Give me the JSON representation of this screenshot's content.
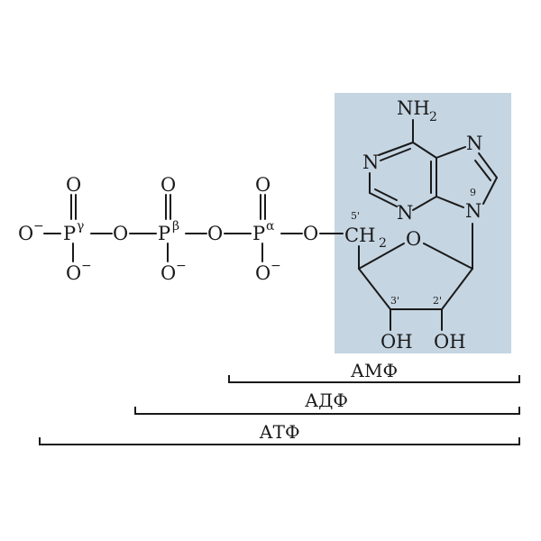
{
  "colors": {
    "highlight": "#c5d5e2",
    "ink": "#1a1a1a"
  },
  "atoms": {
    "o": "O",
    "o_minus": "O",
    "minus": "−",
    "p": "P",
    "n": "N",
    "nh": "NH",
    "two": "2",
    "ch": "CH",
    "oh": "OH"
  },
  "phosphates": {
    "gamma": "γ",
    "beta": "β",
    "alpha": "α"
  },
  "positions": {
    "c5": "5'",
    "c3": "3'",
    "c2": "2'",
    "n9": "9"
  },
  "brackets": {
    "amp": "АМФ",
    "adp": "АДФ",
    "atp": "АТФ"
  }
}
